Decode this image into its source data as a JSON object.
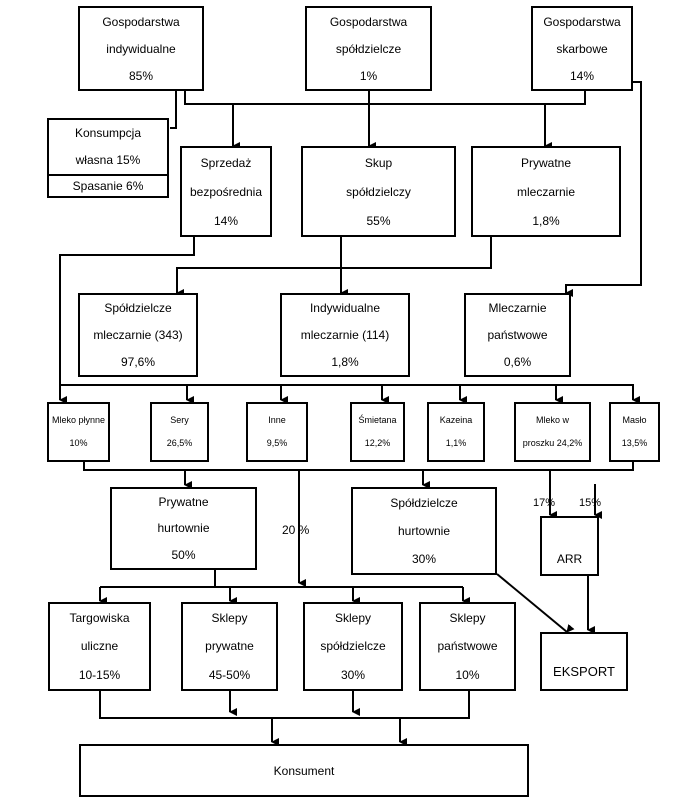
{
  "title": "Schemat przepływu mleka",
  "sources": [
    {
      "id": "src-ind",
      "lines": [
        "Gospodarstwa",
        "indywidualne",
        "85%"
      ]
    },
    {
      "id": "src-spo",
      "lines": [
        "Gospodarstwa",
        "spółdzielcze",
        "1%"
      ]
    },
    {
      "id": "src-ska",
      "lines": [
        "Gospodarstwa",
        "skarbowe",
        "14%"
      ]
    }
  ],
  "own_use": {
    "lines": [
      "Konsumpcja",
      "własna 15%"
    ],
    "split": "Spasanie 6%"
  },
  "channels": [
    {
      "id": "ch-direct",
      "lines": [
        "Sprzedaż",
        "bezpośrednia",
        "14%"
      ]
    },
    {
      "id": "ch-coop",
      "lines": [
        "Skup",
        "spółdzielczy",
        "55%"
      ]
    },
    {
      "id": "ch-private",
      "lines": [
        "Prywatne",
        "mleczarnie",
        "1,8%"
      ]
    }
  ],
  "dairies": [
    {
      "id": "d-coop",
      "lines": [
        "Spółdzielcze",
        "mleczarnie (343)",
        "97,6%"
      ]
    },
    {
      "id": "d-ind",
      "lines": [
        "Indywidualne",
        "mleczarnie (114)",
        "1,8%"
      ]
    },
    {
      "id": "d-state",
      "lines": [
        "Mleczarnie",
        "państwowe",
        "0,6%"
      ]
    }
  ],
  "products": [
    {
      "id": "p-milk",
      "lines": [
        "Mleko płynne",
        "10%"
      ]
    },
    {
      "id": "p-cheese",
      "lines": [
        "Sery",
        "26,5%"
      ]
    },
    {
      "id": "p-other",
      "lines": [
        "Inne",
        "9,5%"
      ]
    },
    {
      "id": "p-cream",
      "lines": [
        "Śmietana",
        "12,2%"
      ]
    },
    {
      "id": "p-casein",
      "lines": [
        "Kazeina",
        "1,1%"
      ]
    },
    {
      "id": "p-powder",
      "lines": [
        "Mleko w",
        "proszku 24,2%"
      ]
    },
    {
      "id": "p-butter",
      "lines": [
        "Masło",
        "13,5%"
      ]
    }
  ],
  "wholesale": [
    {
      "id": "w-private",
      "lines": [
        "Prywatne",
        "hurtownie",
        "50%"
      ]
    },
    {
      "id": "w-coop",
      "lines": [
        "Spółdzielcze",
        "hurtownie",
        "30%"
      ]
    }
  ],
  "arr": {
    "label": "ARR"
  },
  "export": {
    "label": "EKSPORT"
  },
  "flow_labels": {
    "direct_retail": "20 %",
    "to_arr_1": "17%",
    "to_arr_2": "15%"
  },
  "retail": [
    {
      "id": "r-street",
      "lines": [
        "Targowiska",
        "uliczne",
        "10-15%"
      ]
    },
    {
      "id": "r-private",
      "lines": [
        "Sklepy",
        "prywatne",
        "45-50%"
      ]
    },
    {
      "id": "r-coop",
      "lines": [
        "Sklepy",
        "spółdzielcze",
        "30%"
      ]
    },
    {
      "id": "r-state",
      "lines": [
        "Sklepy",
        "państwowe",
        "10%"
      ]
    }
  ],
  "consumer": {
    "label": "Konsument"
  }
}
